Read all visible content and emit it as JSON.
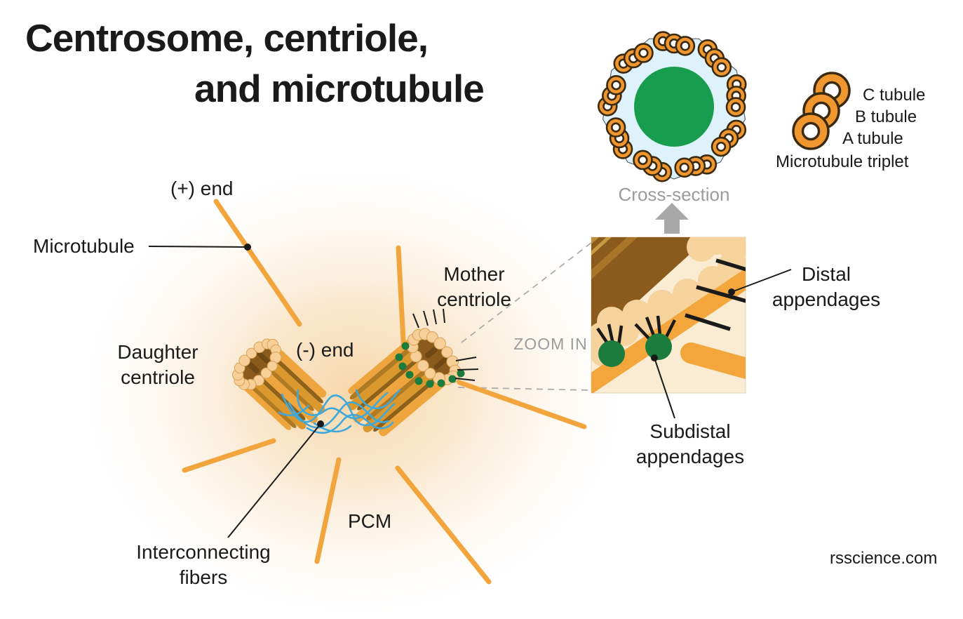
{
  "title": {
    "line1": "Centrosome, centriole,",
    "line2": "and microtubule"
  },
  "credit": "rsscience.com",
  "cross_section": {
    "label": "Cross-section",
    "triplet_count": 9,
    "legend": {
      "c_tubule": "C tubule",
      "b_tubule": "B tubule",
      "a_tubule": "A tubule",
      "caption": "Microtubule triplet"
    }
  },
  "centrosome": {
    "plus_end": "(+) end",
    "minus_end": "(-) end",
    "microtubule": "Microtubule",
    "mother_centriole": "Mother\ncentriole",
    "daughter_centriole": "Daughter\ncentriole",
    "interconnecting_fibers": "Interconnecting\nfibers",
    "pcm": "PCM"
  },
  "zoom_panel": {
    "zoom_in": "ZOOM IN",
    "distal_appendages": "Distal\nappendages",
    "subdistal_appendages": "Subdistal\nappendages"
  },
  "colors": {
    "ink": "#1a1a1a",
    "gray_text": "#9c9c9c",
    "microtubule_orange": "#F2A53C",
    "barrel_orange": "#EFA53D",
    "barrel_gold": "#DB982D",
    "barrel_brown": "#8E611B",
    "barrel_mid": "#B07A22",
    "barrel_interior": "#8B5B1D",
    "barrel_interior_dark": "#6F4813",
    "peach": "#F6CF99",
    "peach_edge": "#D8A257",
    "ring_orange": "#F0962E",
    "ring_outline": "#3A2A10",
    "green_core": "#189C4D",
    "appendage_green": "#1B7C3D",
    "fiber_blue": "#3FA8DB",
    "cross_section_bg": "#DEF2FB",
    "cross_section_edge": "#55656F",
    "zoom_bg": "#FAEBD3",
    "glow": "#F6D5A5",
    "arrow_gray": "#A8A8A8",
    "dash_gray": "#ABABAB"
  }
}
